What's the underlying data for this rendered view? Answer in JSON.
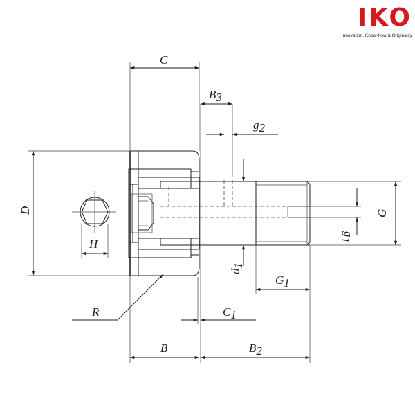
{
  "logo": {
    "brand": "IKO",
    "tagline": "Innovation, Know-how & Originality",
    "brand_color": "#d7191e"
  },
  "dimensions": {
    "C": "C",
    "B3": {
      "base": "B",
      "sub": "3"
    },
    "g2": {
      "base": "g",
      "sub": "2"
    },
    "D": "D",
    "H": "H",
    "G": "G",
    "g1": {
      "base": "g",
      "sub": "1"
    },
    "d1": {
      "base": "d",
      "sub": "1"
    },
    "G1": {
      "base": "G",
      "sub": "1"
    },
    "R": "R",
    "C1": {
      "base": "C",
      "sub": "1"
    },
    "B": "B",
    "B2": {
      "base": "B",
      "sub": "2"
    }
  }
}
